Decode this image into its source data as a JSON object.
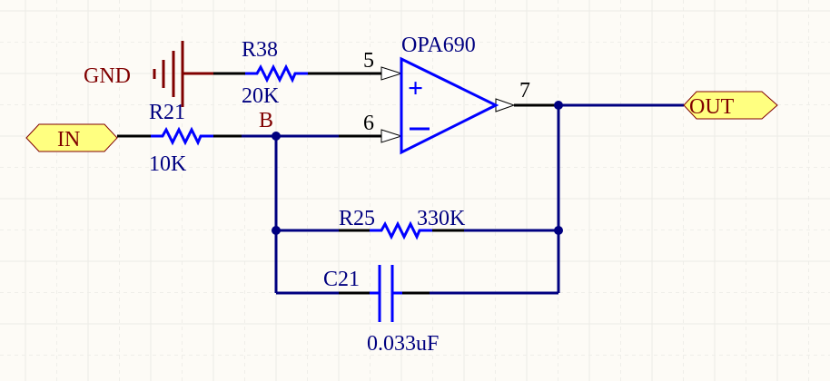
{
  "schematic": {
    "colors": {
      "background": "#fdfbf6",
      "grid_major": "#ecebe6",
      "grid_minor": "#efeee9",
      "wire": "#000080",
      "component": "#0000ff",
      "pin": "#000000",
      "label_blue": "#000080",
      "power": "#800000",
      "port_fill": "#ffff80",
      "port_border": "#800000",
      "port_text": "#800000",
      "pin_number": "#000000"
    },
    "ports": [
      {
        "id": "in",
        "label": "IN"
      },
      {
        "id": "out",
        "label": "OUT"
      }
    ],
    "power": {
      "label": "GND"
    },
    "net_labels": [
      {
        "label": "B"
      }
    ],
    "components": {
      "r38": {
        "designator": "R38",
        "value": "20K"
      },
      "r21": {
        "designator": "R21",
        "value": "10K"
      },
      "r25": {
        "designator": "R25",
        "value": "330K"
      },
      "c21": {
        "designator": "C21",
        "value": "0.033uF"
      },
      "opamp": {
        "designator": "OPA690",
        "pins": {
          "noninverting": "5",
          "inverting": "6",
          "output": "7"
        },
        "plus_symbol": "+",
        "minus_symbol": "−"
      }
    }
  }
}
